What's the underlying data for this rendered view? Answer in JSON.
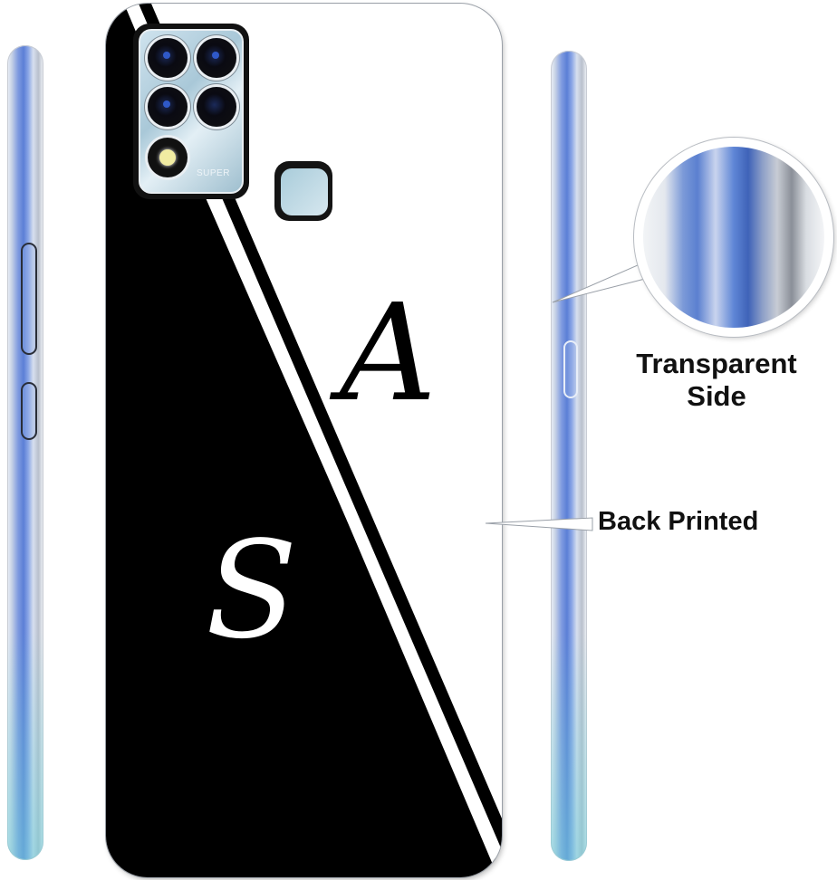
{
  "product": {
    "monogram": {
      "letter_top": "A",
      "letter_bottom": "S"
    },
    "camera_text": "SUPER",
    "colors": {
      "case_black": "#000000",
      "case_white": "#ffffff",
      "side_blue": "#5b7fd6",
      "label_text": "#111111"
    }
  },
  "callouts": {
    "transparent_side": {
      "line1": "Transparent",
      "line2": "Side"
    },
    "back_printed": "Back Printed"
  }
}
